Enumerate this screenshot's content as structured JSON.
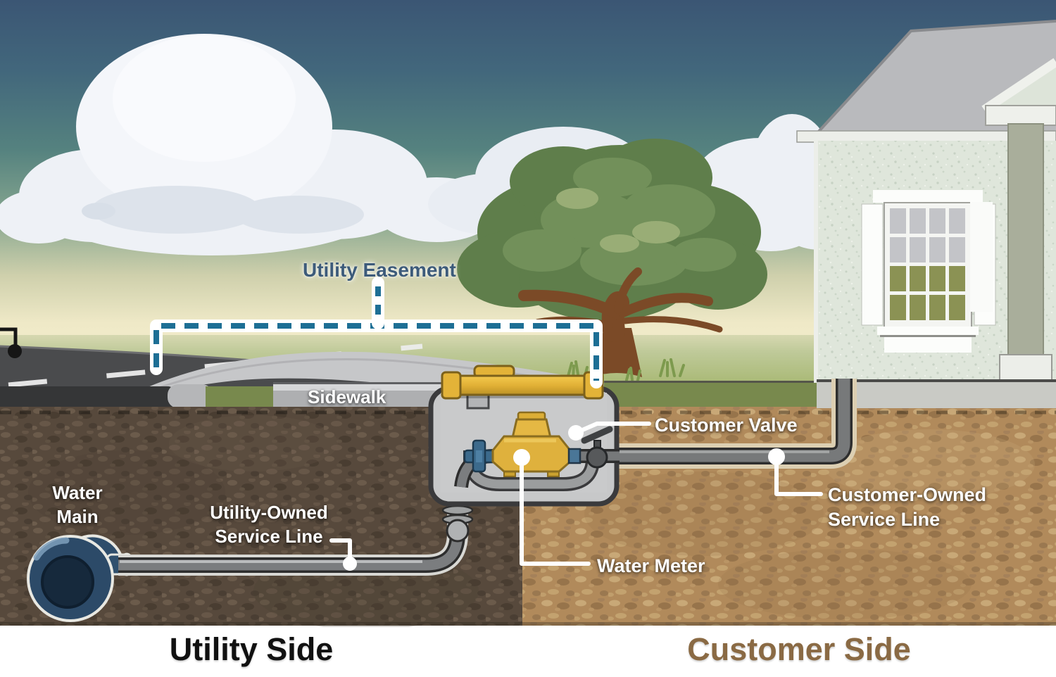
{
  "labels": {
    "utility_easement": "Utility Easement",
    "sidewalk": "Sidewalk",
    "customer_valve": "Customer Valve",
    "water_meter": "Water Meter",
    "water_main": {
      "line1": "Water",
      "line2": "Main"
    },
    "utility_owned": {
      "line1": "Utility-Owned",
      "line2": "Service Line"
    },
    "customer_owned": {
      "line1": "Customer-Owned",
      "line2": "Service Line"
    }
  },
  "footer": {
    "utility_side": "Utility Side",
    "customer_side": "Customer Side"
  },
  "colors": {
    "easement_dash_blue": "#1d6f95",
    "easement_label_blue": "#3d5b7a",
    "callout_white": "#ffffff",
    "utility_soil_brown": "#57493c",
    "customer_soil_tan": "#b18a5b",
    "meter_lid_gold": "#e3b338",
    "lawn_green": "#aeba76",
    "sky_top_blue": "#3b5674",
    "utility_side_title": "#111111",
    "customer_side_title": "#8a6a44"
  }
}
